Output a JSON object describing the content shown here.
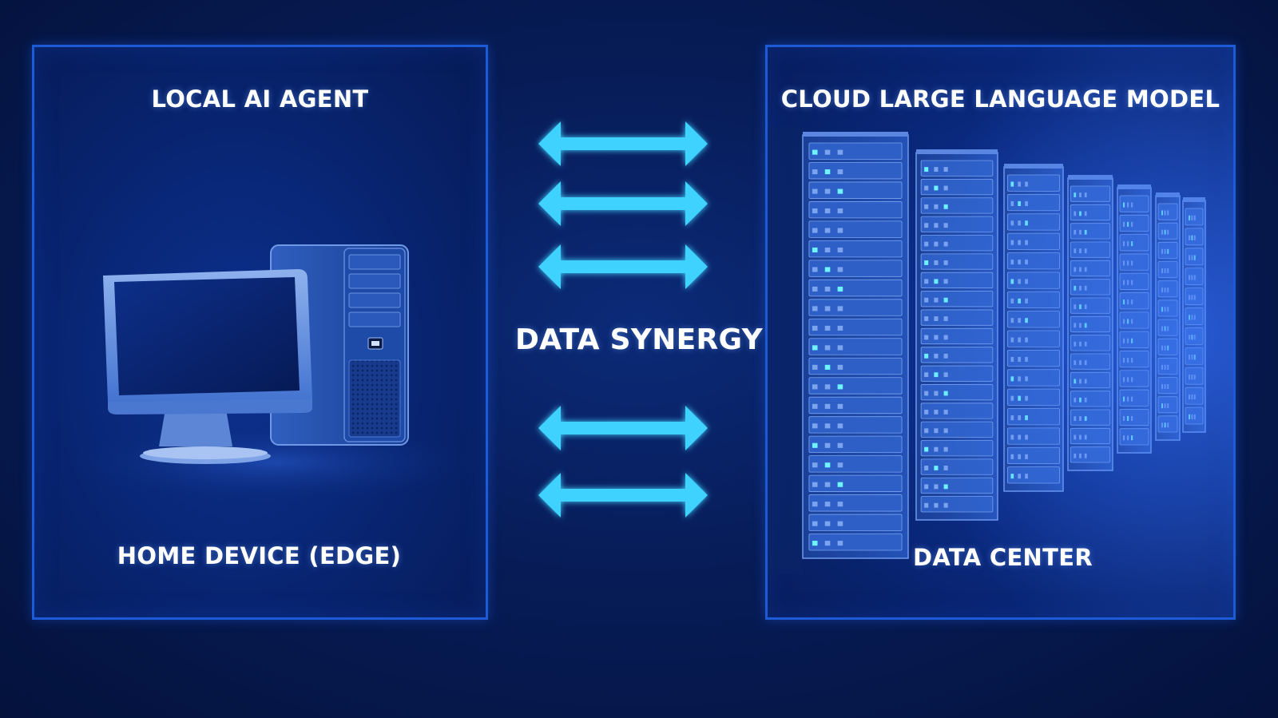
{
  "local": {
    "title": "LOCAL AI AGENT",
    "caption": "HOME DEVICE (EDGE)"
  },
  "cloud": {
    "title": "CLOUD LARGE LANGUAGE MODEL",
    "caption": "DATA CENTER"
  },
  "center": {
    "label": "DATA SYNERGY"
  },
  "colors": {
    "panel_border": "#1d5bd6",
    "arrow": "#3fd2ff",
    "background": "#071c57"
  }
}
